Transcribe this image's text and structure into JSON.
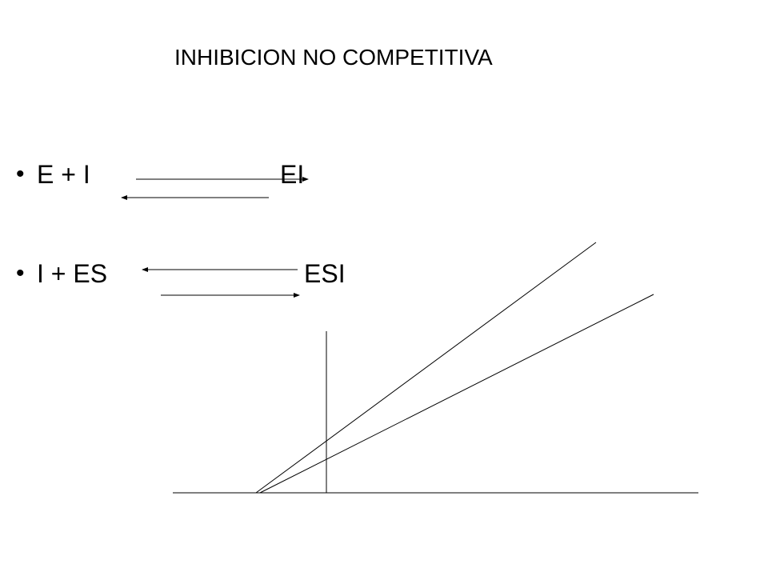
{
  "slide": {
    "title": "INHIBICION NO COMPETITIVA"
  },
  "reactions": [
    {
      "bullet": "•",
      "left": "E + I",
      "right": "EI"
    },
    {
      "bullet": "•",
      "left": "I  +  ES",
      "right": "ESI"
    }
  ],
  "plot": {
    "description_lines": 2,
    "line_color": "#000000"
  }
}
